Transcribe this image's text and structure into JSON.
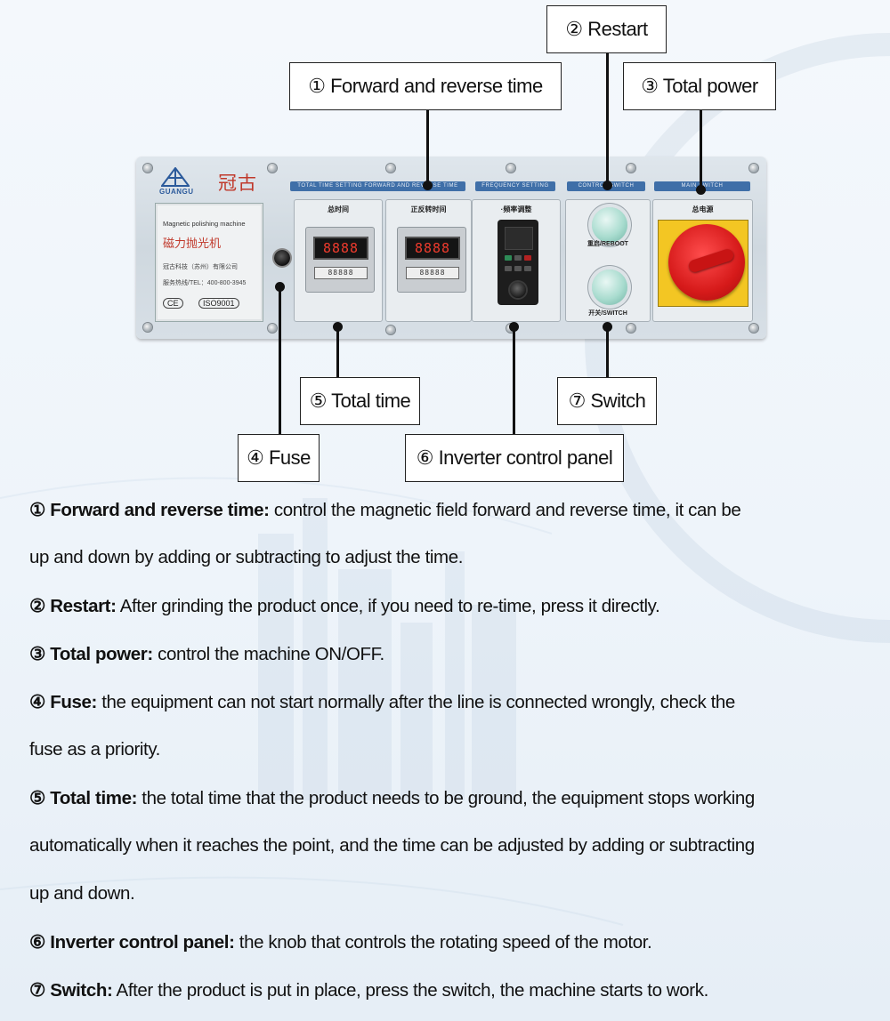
{
  "panel": {
    "brand_en": "GUANGU",
    "brand_cn": "冠古",
    "nameplate": {
      "title": "Magnetic polishing machine",
      "product_cn": "磁力抛光机",
      "company_cn": "冠古科技（苏州）有限公司",
      "hotline": "服务热线/TEL：400-800-3945",
      "cert1": "CE",
      "cert2": "ISO9001"
    },
    "strips": {
      "time": "TOTAL TIME SETTING  FORWARD AND REVERSE TIME",
      "frequency": "FREQUENCY  SETTING",
      "control": "CONTROL SWITCH",
      "main": "MAIN SWITCH"
    },
    "boxes": {
      "total_time": "总时间",
      "fwd_rev": "正反转时间",
      "frequency": "·频率调整",
      "reboot": "重启/REBOOT",
      "switch": "开关/SWITCH",
      "main_power": "总电源"
    },
    "timer_display": "8888",
    "timer_keys": "88888"
  },
  "callouts": [
    {
      "id": "restart",
      "text": "② Restart"
    },
    {
      "id": "forward",
      "text": "① Forward and reverse time"
    },
    {
      "id": "power",
      "text": "③ Total power"
    },
    {
      "id": "total-time",
      "text": "⑤ Total time"
    },
    {
      "id": "switch",
      "text": "⑦ Switch"
    },
    {
      "id": "fuse",
      "text": "④ Fuse"
    },
    {
      "id": "inverter",
      "text": "⑥ Inverter control panel"
    }
  ],
  "descriptions": [
    {
      "head": "① Forward and reverse time:",
      "body": " control the magnetic field forward and reverse time, it can be"
    },
    {
      "head": "",
      "body": "up and down by adding or subtracting to adjust the time."
    },
    {
      "head": "② Restart:",
      "body": " After grinding the product once, if you need to re-time, press it directly."
    },
    {
      "head": "③ Total power:",
      "body": " control the machine ON/OFF."
    },
    {
      "head": "④ Fuse:",
      "body": " the equipment can not start normally after the line is connected wrongly, check the"
    },
    {
      "head": "",
      "body": "fuse as a priority."
    },
    {
      "head": "⑤ Total time:",
      "body": " the total time that the product needs to be ground, the equipment stops working"
    },
    {
      "head": "",
      "body": "automatically when it reaches the point, and the time can be adjusted by adding or subtracting"
    },
    {
      "head": "",
      "body": "up and down."
    },
    {
      "head": "⑥ Inverter control panel:",
      "body": " the knob that controls the rotating speed of the motor."
    },
    {
      "head": "⑦ Switch:",
      "body": " After the product is put in place, press the switch, the machine starts to work."
    }
  ]
}
